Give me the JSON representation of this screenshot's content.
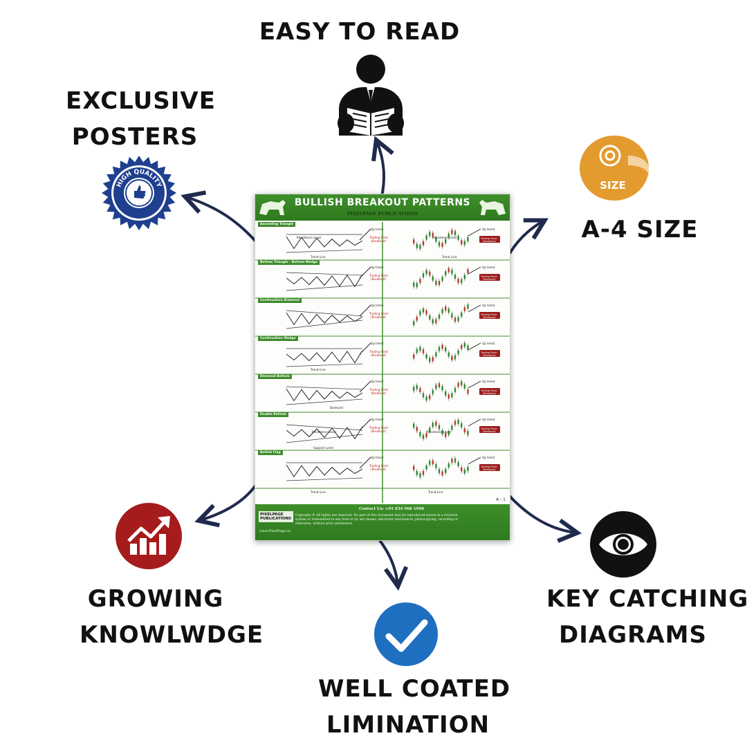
{
  "features": {
    "easy_to_read": "EASY TO READ",
    "exclusive_posters": [
      "EXCLUSIVE",
      "POSTERS"
    ],
    "a4_size": "A-4 SIZE",
    "growing_knowledge": [
      "GROWING",
      "KNOWLWDGE"
    ],
    "well_coated": [
      "WELL COATED",
      "LIMINATION"
    ],
    "key_catching": [
      "KEY CATCHING",
      "DIAGRAMS"
    ]
  },
  "badges": {
    "quality_text": "HIGH QUALITY",
    "size_text": "SIZE"
  },
  "icons": {
    "reader": "person-reading-icon",
    "quality": "high-quality-seal-icon",
    "size": "tape-measure-icon",
    "growth": "growth-chart-icon",
    "check": "checkmark-icon",
    "eye": "eye-icon"
  },
  "colors": {
    "arrow": "#1f2a4d",
    "poster_green": "#3e8e2a",
    "size_orange": "#e39a2f",
    "growth_red": "#a61b1b",
    "check_blue": "#1f6fc0",
    "quality_blue": "#1f3f8f"
  },
  "poster": {
    "title": "BULLISH BREAKOUT PATTERNS",
    "subtitle": "PIXELPAGE PUBLICATIONS",
    "sections": [
      "Ascending Triangle",
      "Bottom Triangle - Bottom Wedge",
      "Continuation Diamond",
      "Continuation Wedge",
      "Diamond Bottom",
      "Double Bottom",
      "Bullish Flag"
    ],
    "labels": {
      "up_trend": "Up trend",
      "trading_point": "Trading Point",
      "breakout": "(Breakout)",
      "resistance": "Resistance Level",
      "trend_line": "Trend Line",
      "support": "Support Level",
      "diamond": "Diamond"
    },
    "page_no": "A - 1",
    "footer": {
      "publisher": "PIXELPAGE PUBLICATIONS",
      "site": "www.PixelPage.in",
      "contact": "Contact Us: +91 634 966 1996",
      "copyright": "Copyright © All rights are reserved. No part of this document may be reproduced stored in a retrieval system or transmitted in any form or by any means, electronic mechanical, photocopying, recording or otherwise, without prior permission"
    }
  }
}
